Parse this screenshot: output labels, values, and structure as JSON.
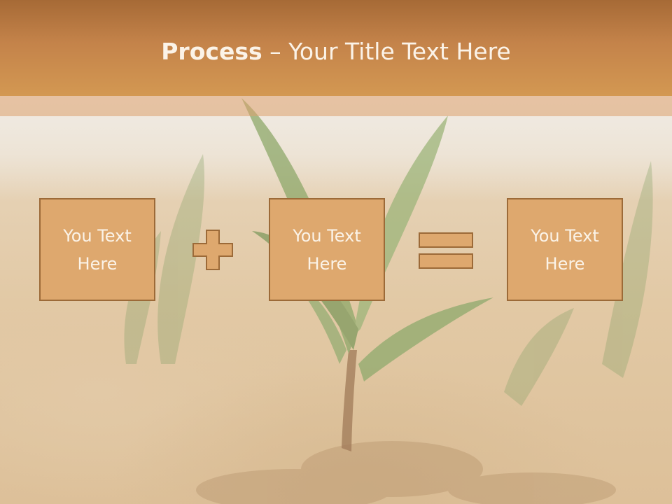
{
  "title": {
    "bold": "Process",
    "rest": " – Your Title Text Here"
  },
  "boxes": [
    {
      "line1": "You Text",
      "line2": "Here"
    },
    {
      "line1": "You Text",
      "line2": "Here"
    },
    {
      "line1": "You Text",
      "line2": "Here"
    }
  ],
  "operators": [
    "plus-icon",
    "equals-icon"
  ],
  "colors": {
    "header": "#c4834a",
    "box_fill": "#dea86e",
    "box_border": "#9c6a38",
    "text_light": "#fbf3e8"
  }
}
